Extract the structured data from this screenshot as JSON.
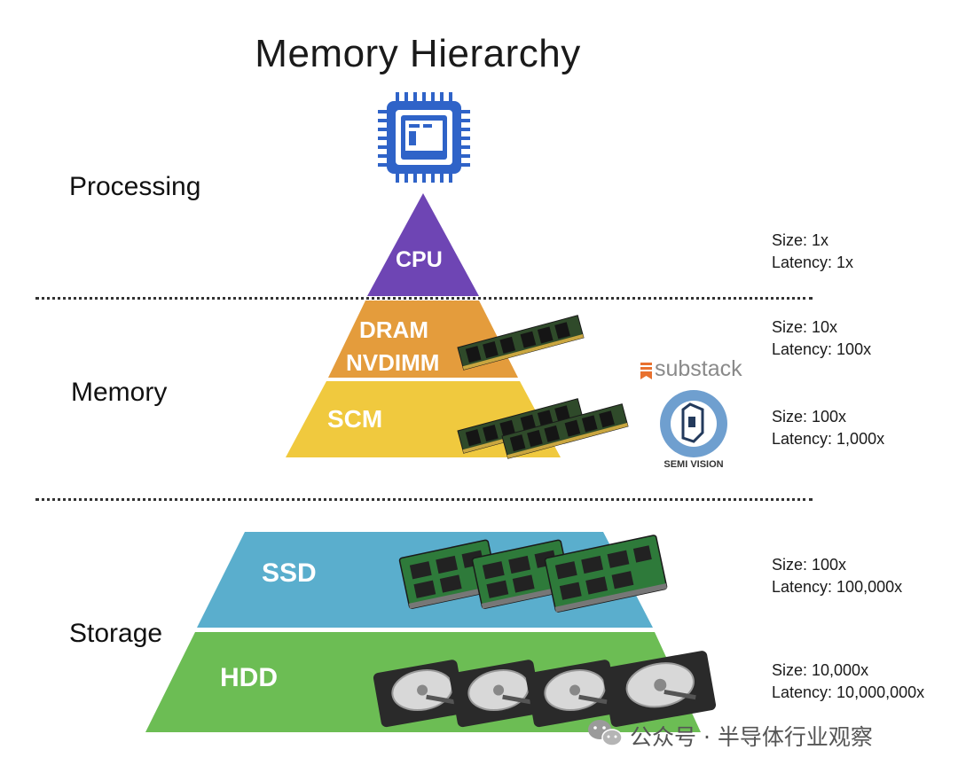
{
  "title": "Memory Hierarchy",
  "sections": {
    "processing": "Processing",
    "memory": "Memory",
    "storage": "Storage"
  },
  "tiers": {
    "cpu": {
      "label": "CPU",
      "color": "#6e45b4"
    },
    "dram": {
      "label_line1": "DRAM",
      "label_line2": "NVDIMM",
      "color": "#e49c3c"
    },
    "scm": {
      "label": "SCM",
      "color": "#f0c93e"
    },
    "ssd": {
      "label": "SSD",
      "color": "#5aaecd"
    },
    "hdd": {
      "label": "HDD",
      "color": "#6cbd54"
    }
  },
  "metrics": [
    {
      "size": "Size: 1x",
      "latency": "Latency: 1x"
    },
    {
      "size": "Size: 10x",
      "latency": "Latency: 100x"
    },
    {
      "size": "Size: 100x",
      "latency": "Latency: 1,000x"
    },
    {
      "size": "Size: 100x",
      "latency": "Latency: 100,000x"
    },
    {
      "size": "Size: 10,000x",
      "latency": "Latency: 10,000,000x"
    }
  ],
  "logos": {
    "substack": "substack",
    "semi_vision": "SEMI VISION"
  },
  "watermark": "公众号 · 半导体行业观察",
  "icons": [
    "cpu-chip-icon",
    "ram-module-icon",
    "ssd-icon",
    "hard-drive-icon",
    "wechat-icon"
  ]
}
